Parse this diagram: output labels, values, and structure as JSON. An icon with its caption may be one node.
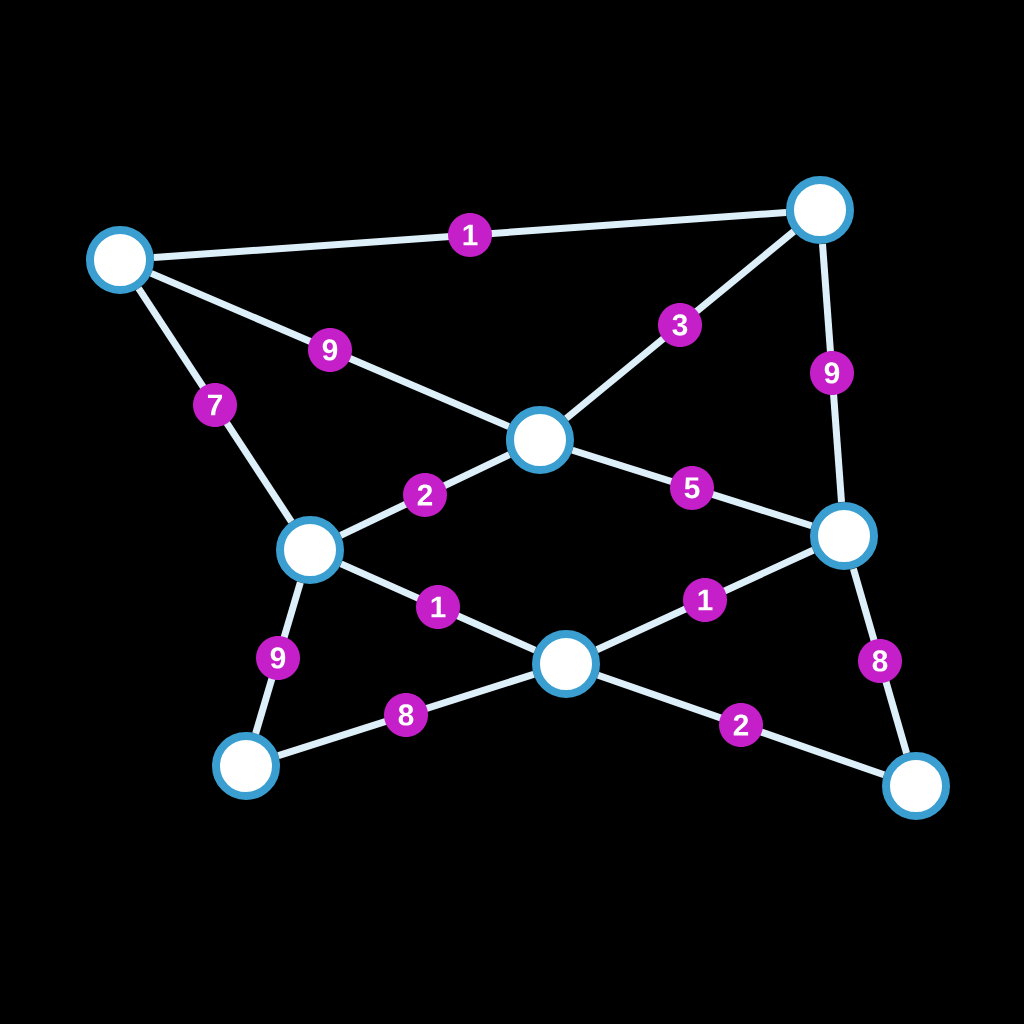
{
  "diagram": {
    "nodes": [
      {
        "text": [],
        "shape": "circle"
      },
      {
        "text": [],
        "shape": "circle"
      },
      {
        "text": [],
        "shape": "circle"
      },
      {
        "text": [],
        "shape": "circle"
      },
      {
        "text": [],
        "shape": "circle"
      },
      {
        "text": [],
        "shape": "circle"
      },
      {
        "text": [],
        "shape": "circle"
      },
      {
        "text": [],
        "shape": "circle"
      }
    ],
    "edges": [
      {
        "from": 0,
        "to": 1,
        "arrow": "none",
        "label": "1"
      },
      {
        "from": 0,
        "to": 2,
        "arrow": "none",
        "label": "9"
      },
      {
        "from": 0,
        "to": 3,
        "arrow": "none",
        "label": "7"
      },
      {
        "from": 1,
        "to": 2,
        "arrow": "none",
        "label": "3"
      },
      {
        "from": 1,
        "to": 4,
        "arrow": "none",
        "label": "9"
      },
      {
        "from": 2,
        "to": 3,
        "arrow": "none",
        "label": "2"
      },
      {
        "from": 2,
        "to": 4,
        "arrow": "none",
        "label": "5"
      },
      {
        "from": 3,
        "to": 5,
        "arrow": "none",
        "label": "1"
      },
      {
        "from": 5,
        "to": 4,
        "arrow": "none",
        "label": "1"
      },
      {
        "from": 4,
        "to": 7,
        "arrow": "none",
        "label": "8"
      },
      {
        "from": 3,
        "to": 6,
        "arrow": "none",
        "label": "9"
      },
      {
        "from": 6,
        "to": 5,
        "arrow": "none",
        "label": "8"
      },
      {
        "from": 5,
        "to": 7,
        "arrow": "none",
        "label": "2"
      }
    ]
  }
}
